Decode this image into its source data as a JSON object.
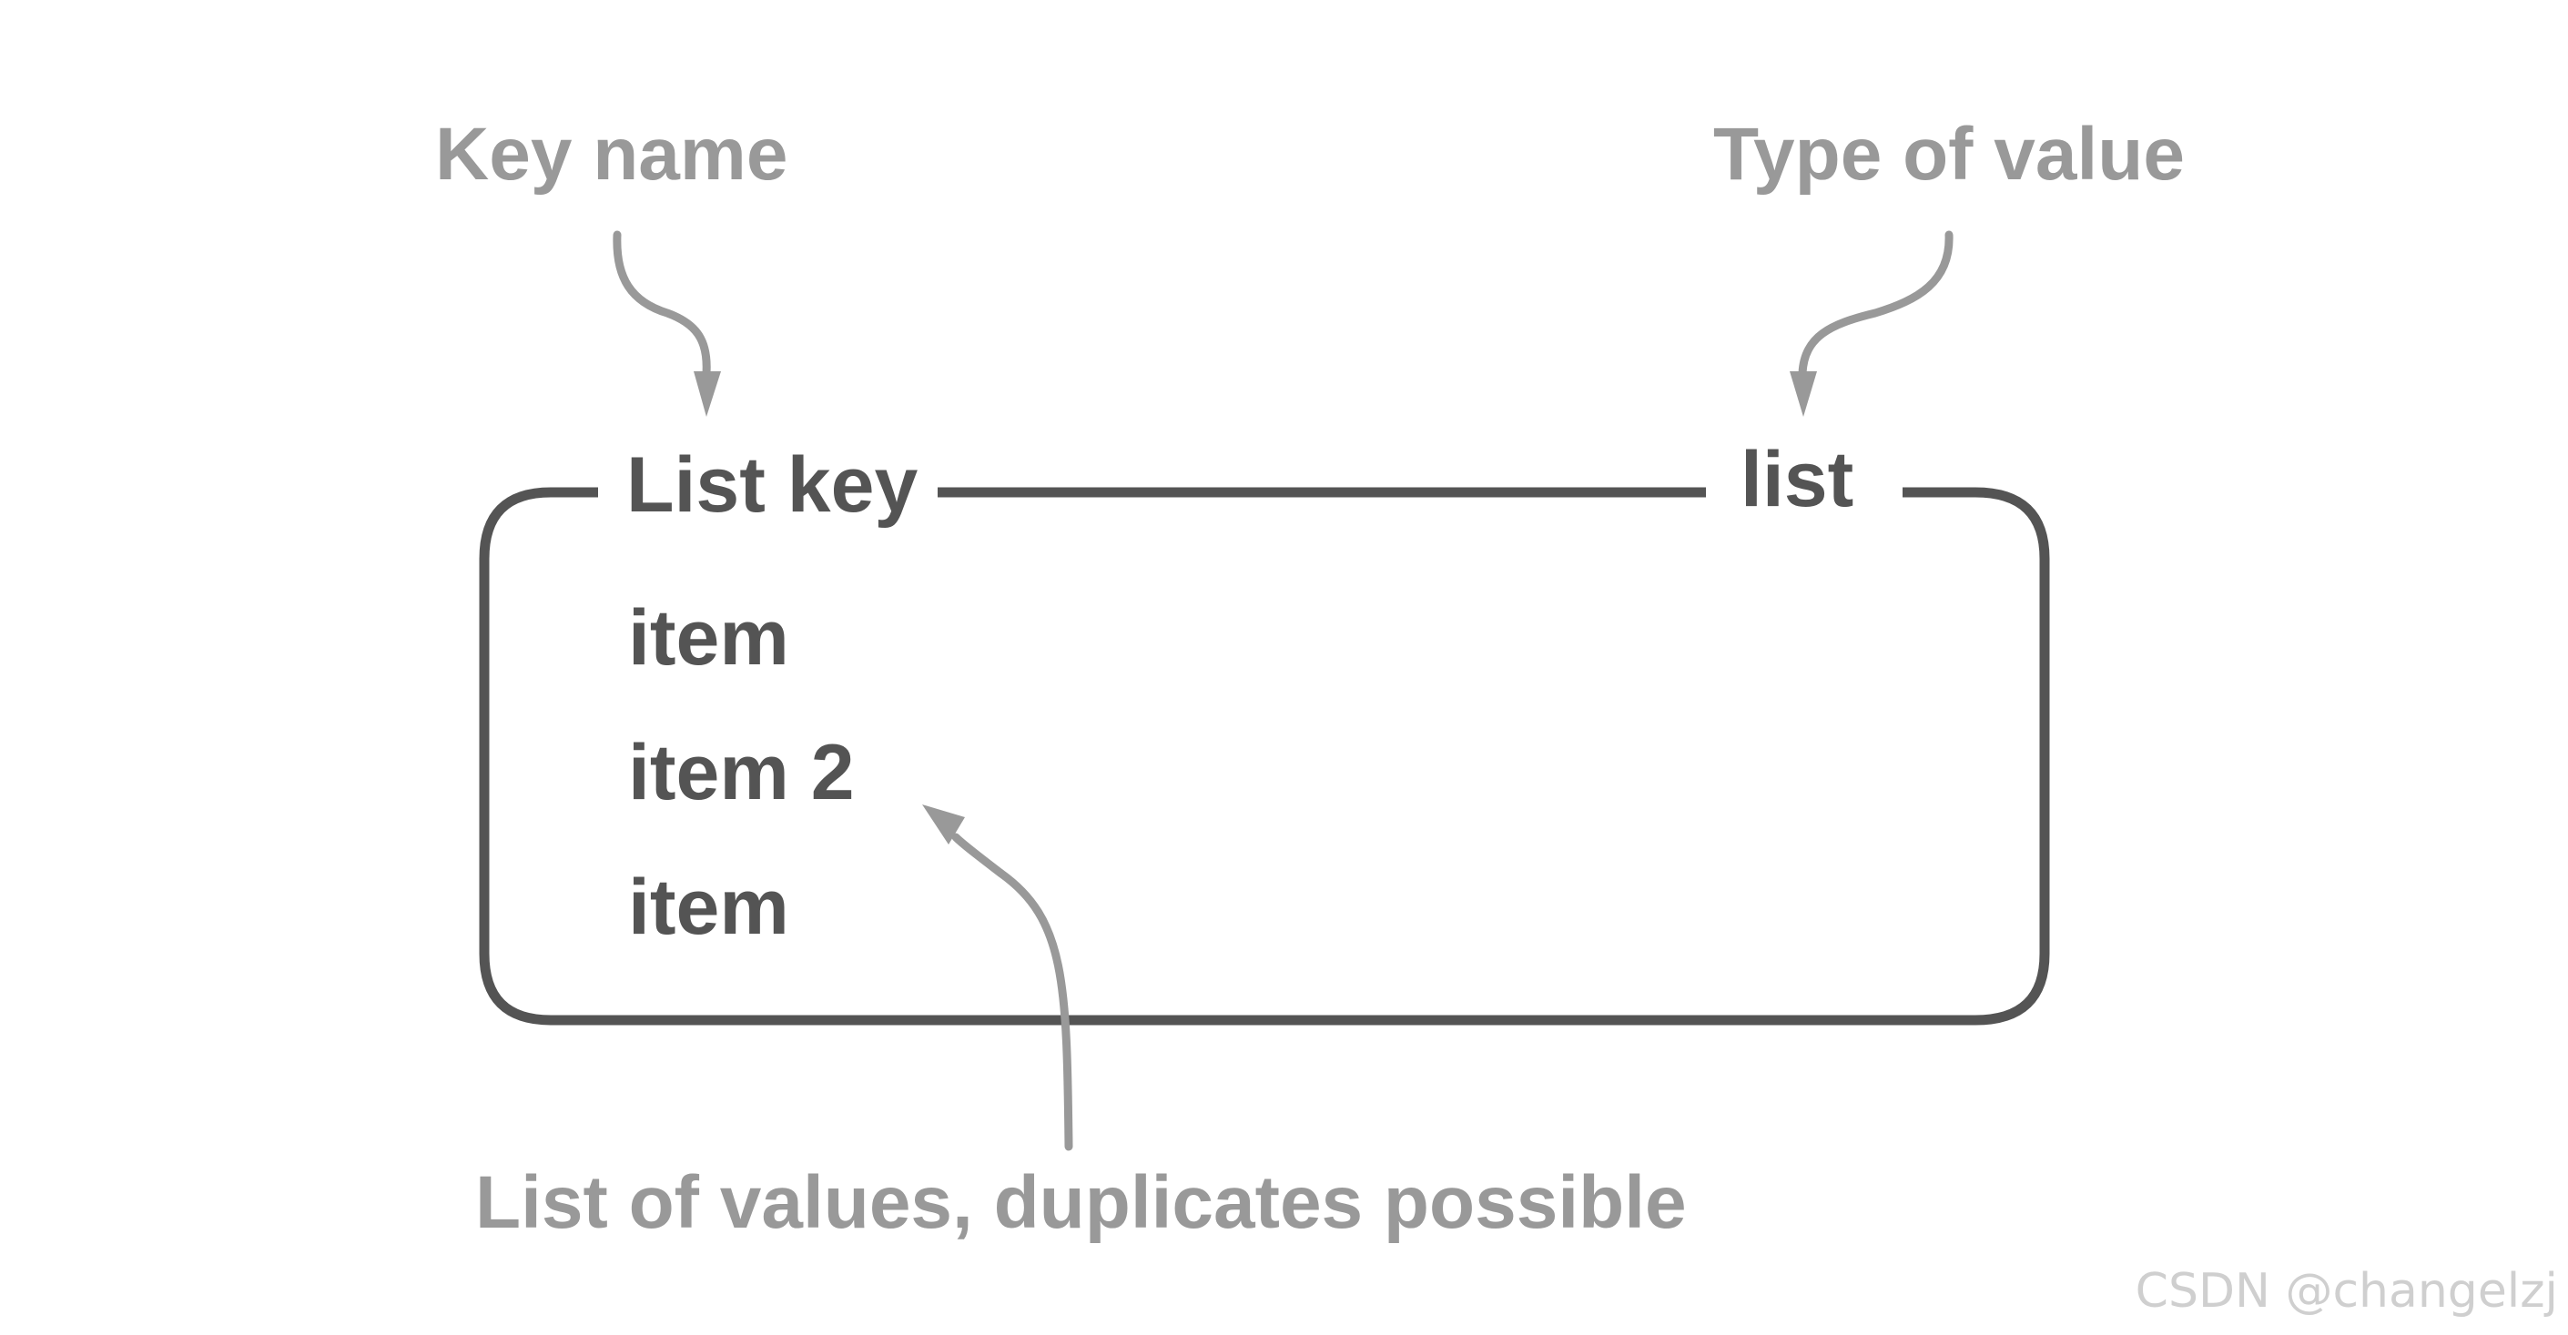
{
  "annotations": {
    "key_name": "Key name",
    "type_of_value": "Type of value",
    "values_note": "List of values, duplicates possible"
  },
  "box": {
    "key_label": "List key",
    "type_label": "list",
    "items": [
      "item",
      "item 2",
      "item"
    ]
  },
  "watermark": "CSDN @changelzj",
  "colors": {
    "box_stroke": "#545454",
    "box_text": "#545454",
    "annotation": "#999999",
    "arrow": "#999999",
    "watermark": "#cfcfcf",
    "background": "#ffffff"
  }
}
